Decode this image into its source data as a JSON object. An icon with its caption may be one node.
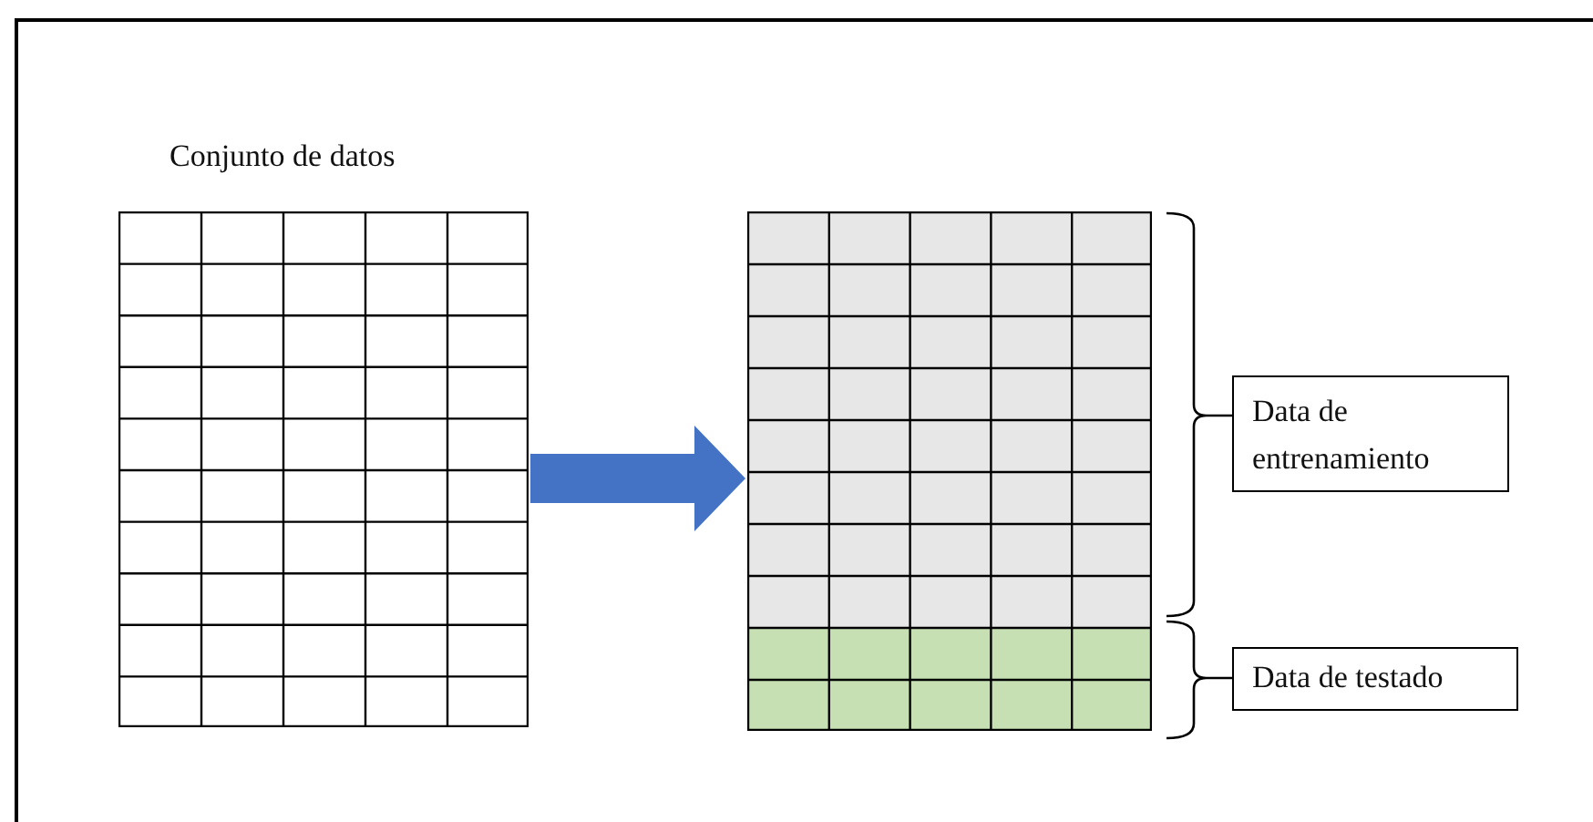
{
  "diagram": {
    "nodes": [
      {
        "text": [
          "Conjunto de datos"
        ]
      },
      {
        "text": [],
        "shape": "box"
      },
      {
        "text": [
          "Data de entrenamiento"
        ]
      },
      {
        "text": [
          "Data de testado"
        ]
      }
    ],
    "edges": [
      {
        "from": 0,
        "to": 1,
        "arrow": "to"
      }
    ]
  }
}
